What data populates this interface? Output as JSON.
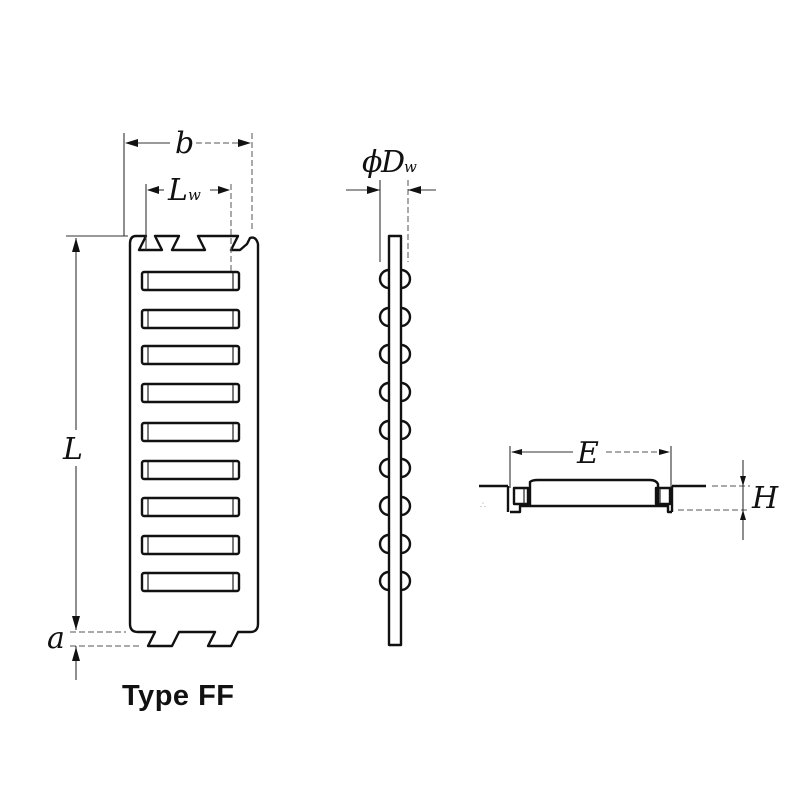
{
  "figure": {
    "caption": "Type FF",
    "roller_count": 9,
    "views": {
      "front": {
        "dimensions": {
          "b": {
            "label": "b"
          },
          "Lw": {
            "label": "L",
            "subscript": "w"
          },
          "L": {
            "label": "L"
          },
          "a": {
            "label": "a"
          }
        }
      },
      "side": {
        "dimensions": {
          "Dw": {
            "prefix": "ϕ",
            "label": "D",
            "subscript": "w"
          }
        }
      },
      "mounted": {
        "dimensions": {
          "E": {
            "label": "E"
          },
          "H": {
            "label": "H"
          }
        }
      }
    }
  },
  "colors": {
    "line": "#111111",
    "background": "#ffffff"
  }
}
